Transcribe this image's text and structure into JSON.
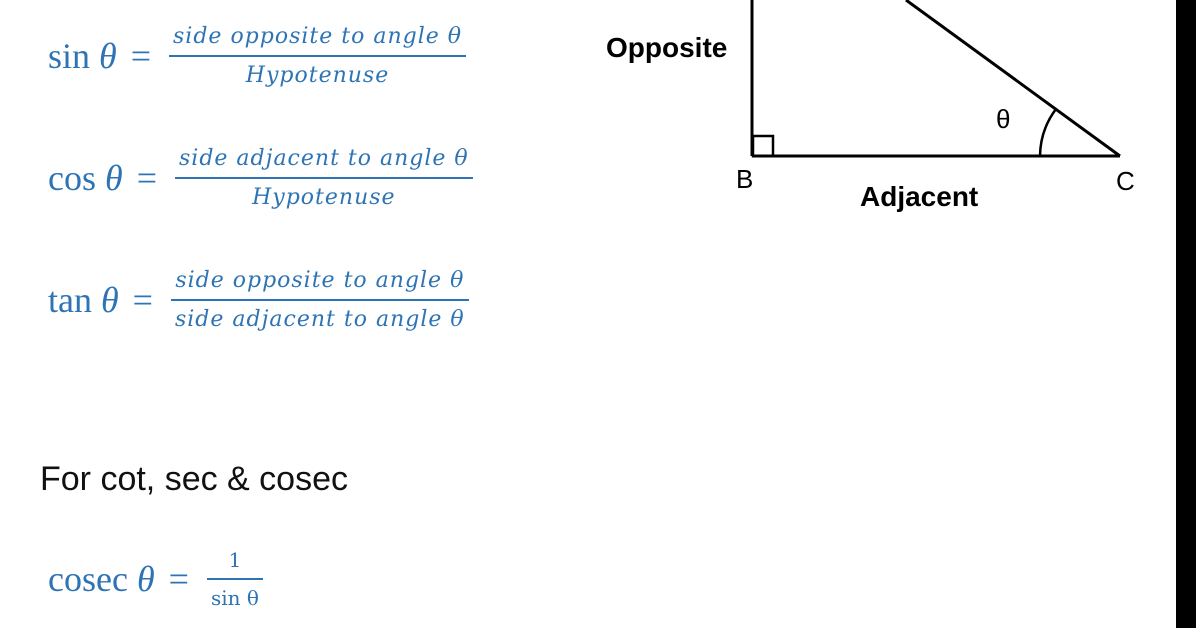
{
  "formulas": {
    "sin": {
      "fn": "sin",
      "var": "θ",
      "eq": "=",
      "num": "side opposite to angle θ",
      "den": "Hypotenuse"
    },
    "cos": {
      "fn": "cos",
      "var": "θ",
      "eq": "=",
      "num": "side adjacent to angle θ",
      "den": "Hypotenuse"
    },
    "tan": {
      "fn": "tan",
      "var": "θ",
      "eq": "=",
      "num": "side opposite to angle θ",
      "den": "side adjacent to angle θ"
    },
    "cosec": {
      "fn": "cosec",
      "var": "θ",
      "eq": "=",
      "num": "1",
      "den": "sin θ"
    }
  },
  "heading": "For cot, sec & cosec",
  "triangle": {
    "opposite": "Opposite",
    "adjacent": "Adjacent",
    "angle": "θ",
    "vertex_b": "B",
    "vertex_c": "C"
  },
  "colors": {
    "formula": "#2E74B5",
    "text": "#111111",
    "border": "#000000"
  }
}
